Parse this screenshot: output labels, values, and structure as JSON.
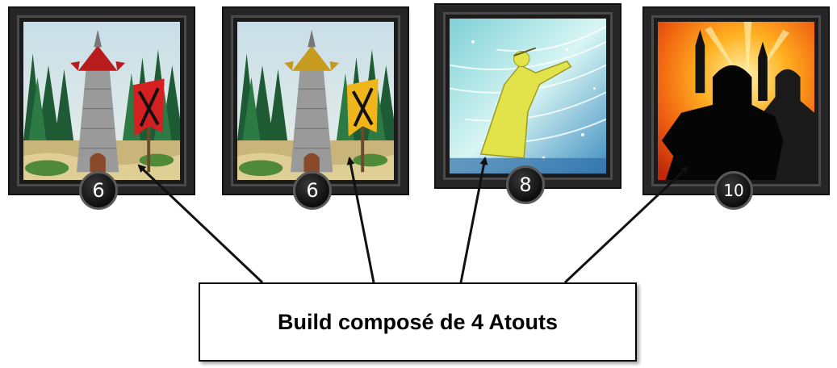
{
  "cards": [
    {
      "cost": "6",
      "icon": "red-banner-tower-icon",
      "banner_color": "#d42020",
      "roof_color": "#b81c1c"
    },
    {
      "cost": "6",
      "icon": "yellow-banner-tower-icon",
      "banner_color": "#f0b51a",
      "roof_color": "#c79a20"
    },
    {
      "cost": "8",
      "icon": "wind-sorcerer-icon"
    },
    {
      "cost": "10",
      "icon": "dark-warriors-icon"
    }
  ],
  "caption": "Build composé de 4 Atouts"
}
